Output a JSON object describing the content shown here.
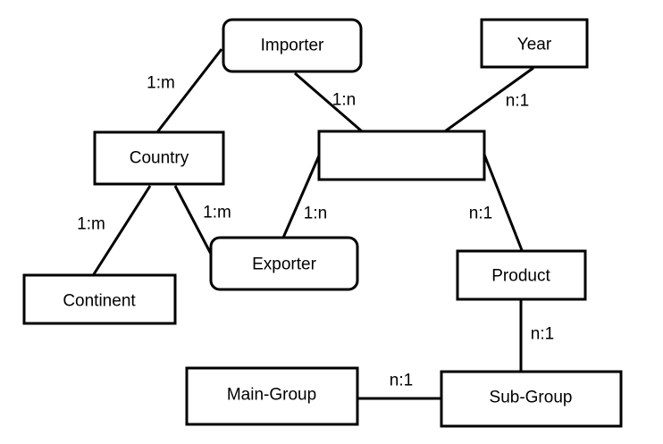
{
  "entities": {
    "importer": "Importer",
    "year": "Year",
    "country": "Country",
    "fact": "",
    "exporter": "Exporter",
    "continent": "Continent",
    "product": "Product",
    "main_group": "Main-Group",
    "sub_group": "Sub-Group"
  },
  "relations": {
    "importer_country": "1:m",
    "importer_fact": "1:n",
    "year_fact": "n:1",
    "country_continent": "1:m",
    "country_exporter": "1:m",
    "exporter_fact": "1:n",
    "fact_product": "n:1",
    "product_subgroup": "n:1",
    "maingroup_subgroup": "n:1"
  }
}
